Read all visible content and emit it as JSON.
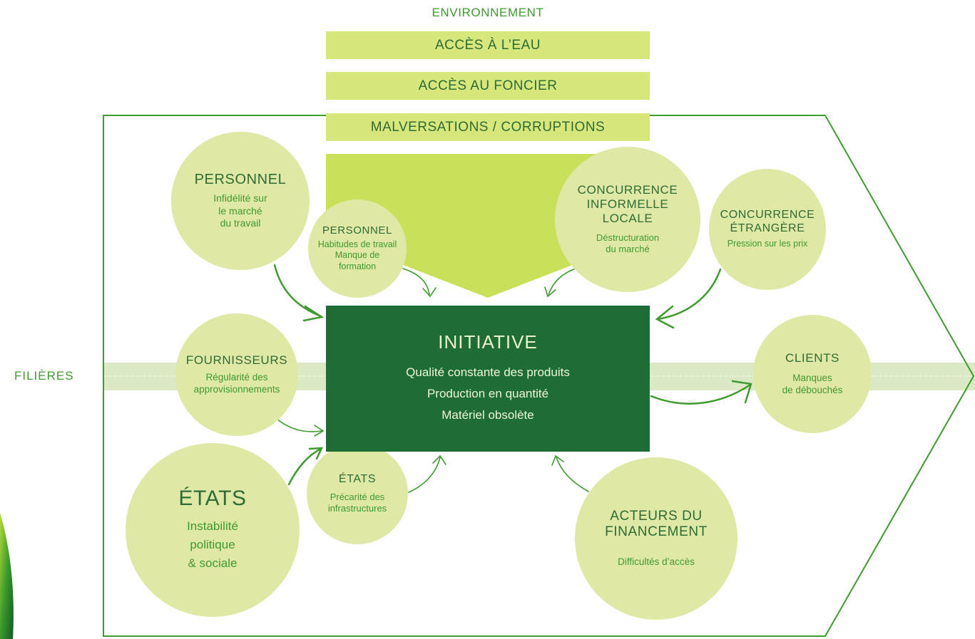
{
  "environment": {
    "title": "ENVIRONNEMENT",
    "bars": [
      "ACCÈS À L’EAU",
      "ACCÈS AU FONCIER",
      "MALVERSATIONS / CORRUPTIONS"
    ]
  },
  "filieres_label": "FILIÈRES",
  "initiative": {
    "title": "INITIATIVE",
    "lines": [
      "Qualité constante des produits",
      "Production en quantité",
      "Matériel obsolète"
    ]
  },
  "circles": {
    "personnel_large": {
      "title": "PERSONNEL",
      "subtitle": "Infidélité sur\nle marché\ndu travail"
    },
    "personnel_small": {
      "title": "PERSONNEL",
      "subtitle": "Habitudes de travail\nManque de\nformation"
    },
    "concurrence_locale": {
      "title": "CONCURRENCE\nINFORMELLE\nLOCALE",
      "subtitle": "Déstructuration\ndu marché"
    },
    "concurrence_etrangere": {
      "title": "CONCURRENCE\nÉTRANGÈRE",
      "subtitle": "Pression sur les prix"
    },
    "fournisseurs": {
      "title": "FOURNISSEURS",
      "subtitle": "Régularité des\napprovisionnements"
    },
    "clients": {
      "title": "CLIENTS",
      "subtitle": "Manques\nde débouchés"
    },
    "etats_large": {
      "title": "ÉTATS",
      "subtitle": "Instabilité\npolitique\n& sociale"
    },
    "etats_small": {
      "title": "ÉTATS",
      "subtitle": "Précarité des\ninfrastructures"
    },
    "financement": {
      "title": "ACTEURS DU\nFINANCEMENT",
      "subtitle": "Difficultés d’accès"
    }
  },
  "colors": {
    "dark_green": "#1f6d36",
    "lime_bar": "#d7e77c",
    "circle_fill": "#dfe8a5",
    "band": "#dbe9c4",
    "outline": "#3f9a2f"
  }
}
